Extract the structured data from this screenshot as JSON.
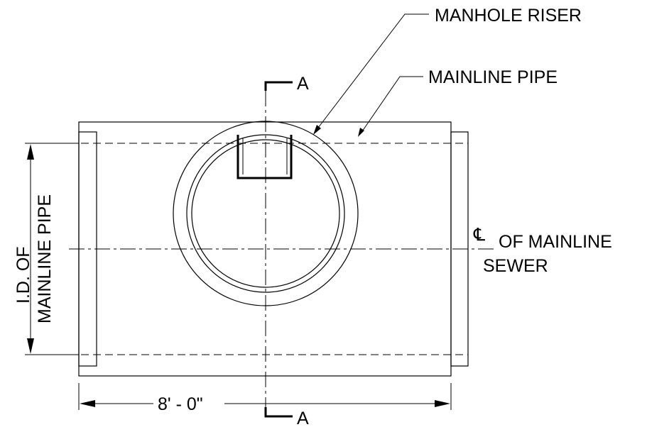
{
  "labels": {
    "manhole_riser": "MANHOLE RISER",
    "mainline_pipe": "MAINLINE PIPE",
    "id_line1": "I.D. OF",
    "id_line2": "MAINLINE PIPE",
    "centerline_symbol": "℄",
    "centerline_text": "OF MAINLINE",
    "sewer": "SEWER",
    "length_dim": "8' - 0\"",
    "section_top": "A",
    "section_bottom": "A"
  }
}
